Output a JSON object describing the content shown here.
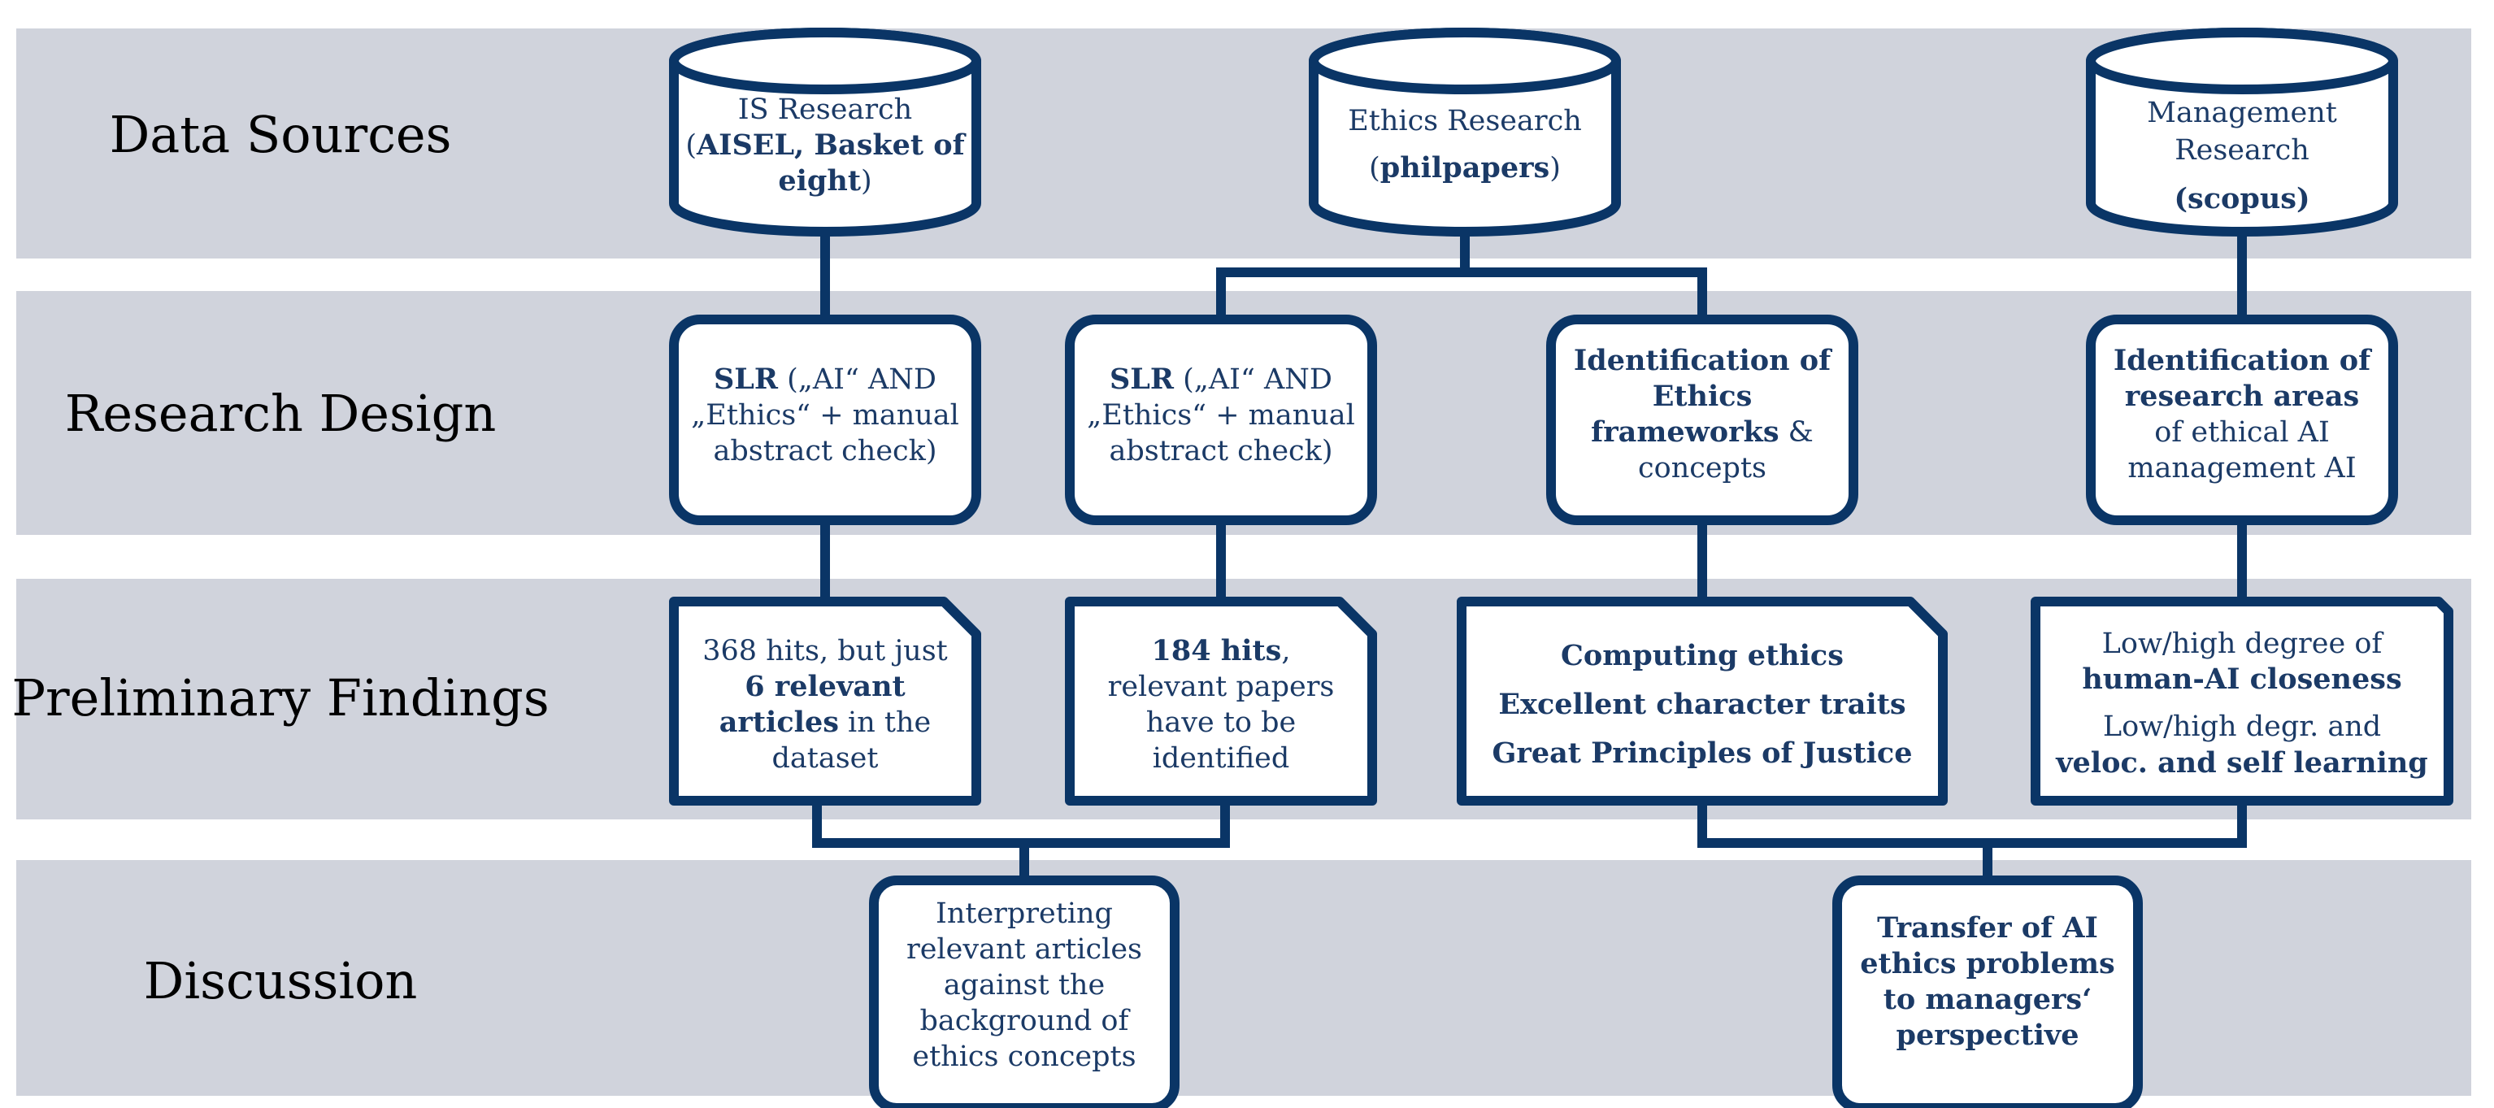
{
  "rows": [
    {
      "label": "Data Sources"
    },
    {
      "label": "Research Design"
    },
    {
      "label": "Preliminary Findings"
    },
    {
      "label": "Discussion"
    }
  ],
  "data_sources": {
    "is_research": {
      "lines": [
        [
          "IS Research"
        ],
        [
          "(",
          "AISEL, Basket of",
          ""
        ],
        [
          "eight",
          ")"
        ]
      ]
    },
    "ethics_research": {
      "lines": [
        [
          "Ethics Research"
        ],
        [
          "(",
          "philpapers",
          ")"
        ]
      ]
    },
    "management_research": {
      "lines": [
        [
          "Management"
        ],
        [
          "Research"
        ],
        [
          "(scopus)"
        ]
      ]
    }
  },
  "research_design": {
    "slr_is": {
      "lines": [
        [
          "SLR",
          " („AI“ AND"
        ],
        [
          "„Ethics“ + manual"
        ],
        [
          "abstract check)"
        ]
      ]
    },
    "slr_ethics": {
      "lines": [
        [
          "SLR",
          " („AI“ AND"
        ],
        [
          "„Ethics“ + manual"
        ],
        [
          "abstract check)"
        ]
      ]
    },
    "ethics_frameworks": {
      "lines": [
        [
          "Identification of"
        ],
        [
          "Ethics"
        ],
        [
          "frameworks",
          " &"
        ],
        [
          "concepts"
        ]
      ]
    },
    "research_areas": {
      "lines": [
        [
          "Identification of"
        ],
        [
          "research areas"
        ],
        [
          "of ethical AI"
        ],
        [
          "management AI"
        ]
      ]
    }
  },
  "findings": {
    "is_findings": {
      "lines": [
        [
          "368 hits, but just"
        ],
        [
          "6 relevant"
        ],
        [
          "articles",
          " in the"
        ],
        [
          "dataset"
        ]
      ]
    },
    "ethics_findings": {
      "lines": [
        [
          "184 hits",
          ","
        ],
        [
          "relevant papers"
        ],
        [
          "have to be"
        ],
        [
          "identified"
        ]
      ]
    },
    "computing_ethics": {
      "lines": [
        [
          "Computing ethics"
        ],
        [
          "Excellent character traits"
        ],
        [
          "Great Principles of Justice"
        ]
      ]
    },
    "human_ai": {
      "lines": [
        [
          "Low/high degree of"
        ],
        [
          "human-AI closeness"
        ],
        [
          "Low/high degr. and"
        ],
        [
          "veloc. and self learning"
        ]
      ]
    }
  },
  "discussion": {
    "interpreting": {
      "lines": [
        [
          "Interpreting"
        ],
        [
          "relevant articles"
        ],
        [
          "against the"
        ],
        [
          "background of"
        ],
        [
          "ethics concepts"
        ]
      ]
    },
    "transfer": {
      "lines": [
        [
          "Transfer of AI"
        ],
        [
          "ethics problems"
        ],
        [
          "to managers‘"
        ],
        [
          "perspective"
        ]
      ]
    }
  },
  "colors": {
    "band": "#d0d3dc",
    "stroke": "#0a3566",
    "text": "#1b3a66",
    "label": "#000000"
  }
}
